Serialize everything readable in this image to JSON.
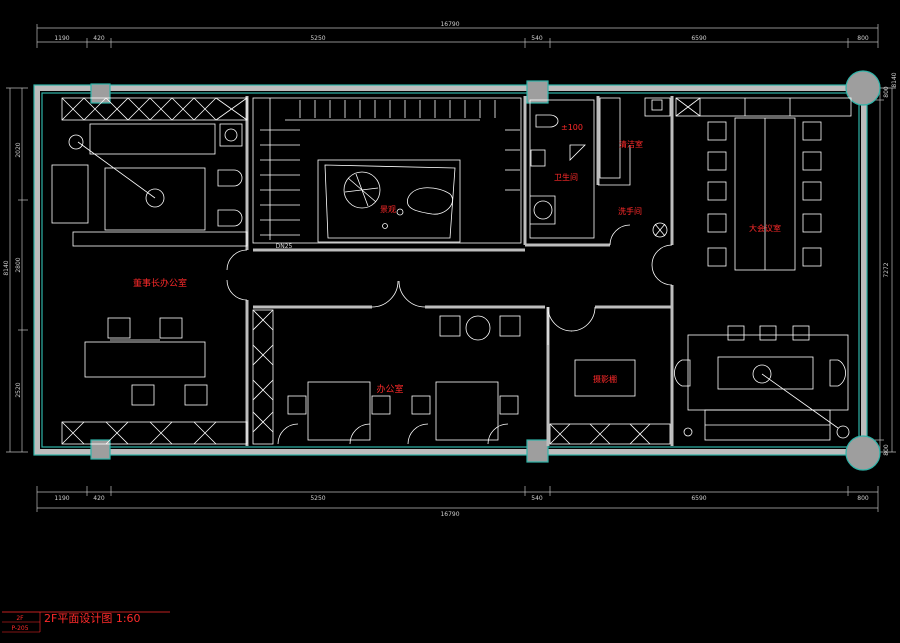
{
  "colors": {
    "background": "#000000",
    "wall": "#bdbdbd",
    "outline": "#2fb3a8",
    "label": "#ff2a2a",
    "furniture": "#ffffff",
    "column": "#9e9e9e"
  },
  "dimensions": {
    "top_total": "16790",
    "top_segments": [
      "1190",
      "420",
      "5250",
      "540",
      "6590",
      "800"
    ],
    "bottom_total": "16790",
    "bottom_segments": [
      "1190",
      "420",
      "5250",
      "540",
      "6590",
      "800"
    ],
    "left_outer": "8140",
    "left_segments": [
      "2020",
      "2800",
      "2520"
    ],
    "right_outer": "8140",
    "right_segments": [
      "800",
      "7272",
      "800"
    ]
  },
  "rooms": {
    "chairman_office": "董事长办公室",
    "landscape": "景观",
    "stairs_label": "DN25",
    "toilet": "卫生间",
    "toilet_level": "±100",
    "cleaning_room": "清洁室",
    "wash_room": "洗手间",
    "meeting_room": "大会议室",
    "office": "办公室",
    "photo_room": "摄影棚"
  },
  "title_block": {
    "title": "2F平面设计图  1:60",
    "code_top": "2F",
    "code_bottom": "P-205"
  }
}
